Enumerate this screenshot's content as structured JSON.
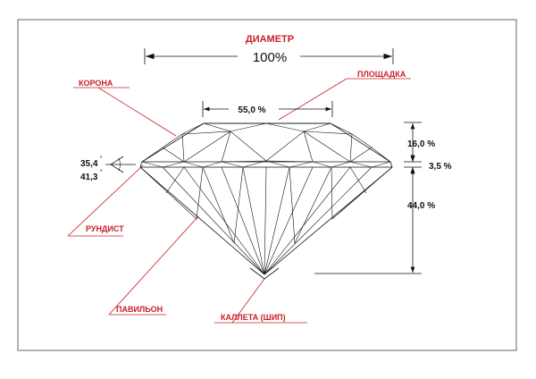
{
  "title": "ДИАМЕТР",
  "diameter_value": "100%",
  "labels": {
    "crown": "КОРОНА",
    "table": "ПЛОЩАДКА",
    "girdle": "РУНДИСТ",
    "pavilion": "ПАВИЛЬОН",
    "culet": "КАЛЛЕТА (ШИП)"
  },
  "measurements": {
    "table_width": "55,0 %",
    "crown_height": "16,0 %",
    "girdle_thickness": "3,5 %",
    "pavilion_depth": "44,0 %",
    "crown_angle": "35,4",
    "pavilion_angle": "41,3",
    "degree_symbol": "°"
  },
  "colors": {
    "accent": "#c8202a",
    "line": "#111111",
    "frame": "#555555",
    "background": "#ffffff"
  }
}
